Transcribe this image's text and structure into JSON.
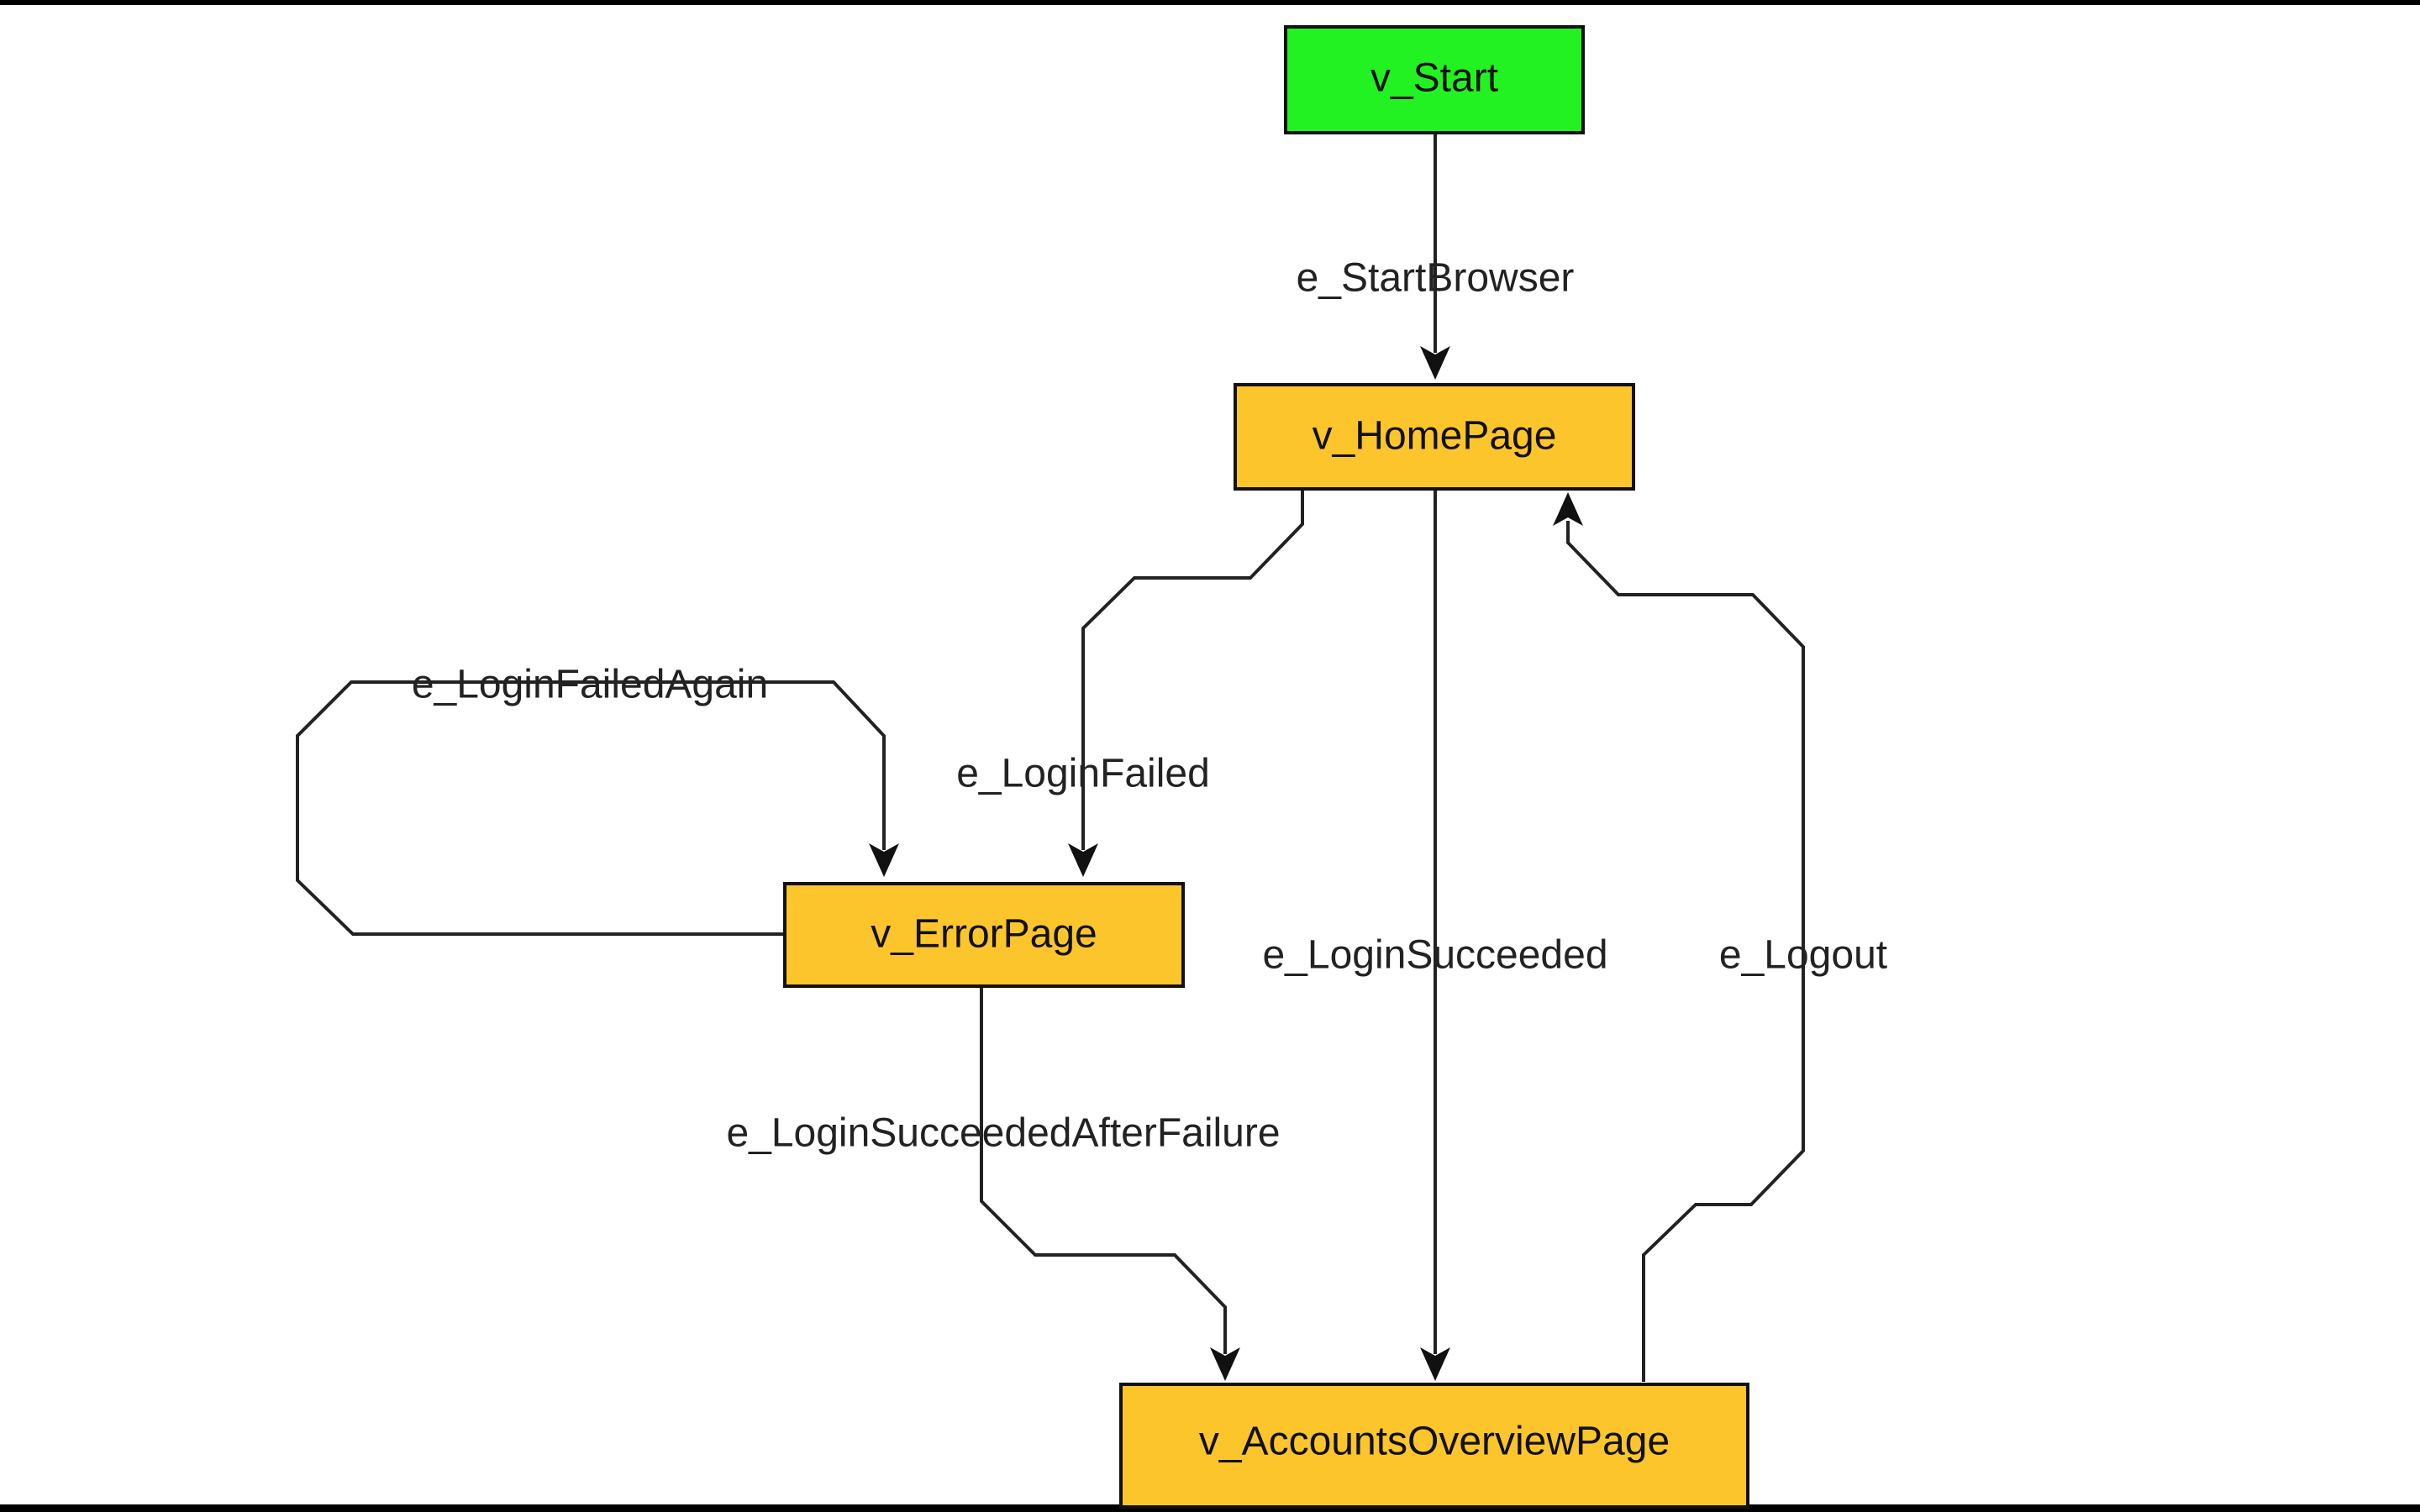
{
  "diagram": {
    "colors": {
      "start_node": "#22f222",
      "state_node": "#fdc52c",
      "edge": "#222222",
      "background": "#ffffff",
      "frame": "#000000"
    },
    "nodes": {
      "start": {
        "label": "v_Start"
      },
      "home": {
        "label": "v_HomePage"
      },
      "error": {
        "label": "v_ErrorPage"
      },
      "accounts": {
        "label": "v_AccountsOverviewPage"
      }
    },
    "edges": {
      "start_browser": {
        "label": "e_StartBrowser"
      },
      "login_failed": {
        "label": "e_LoginFailed"
      },
      "login_failed_again": {
        "label": "e_LoginFailedAgain"
      },
      "login_succeeded": {
        "label": "e_LoginSucceeded"
      },
      "logout": {
        "label": "e_Logout"
      },
      "login_succeeded_after_failure": {
        "label": "e_LoginSucceededAfterFailure"
      }
    }
  }
}
